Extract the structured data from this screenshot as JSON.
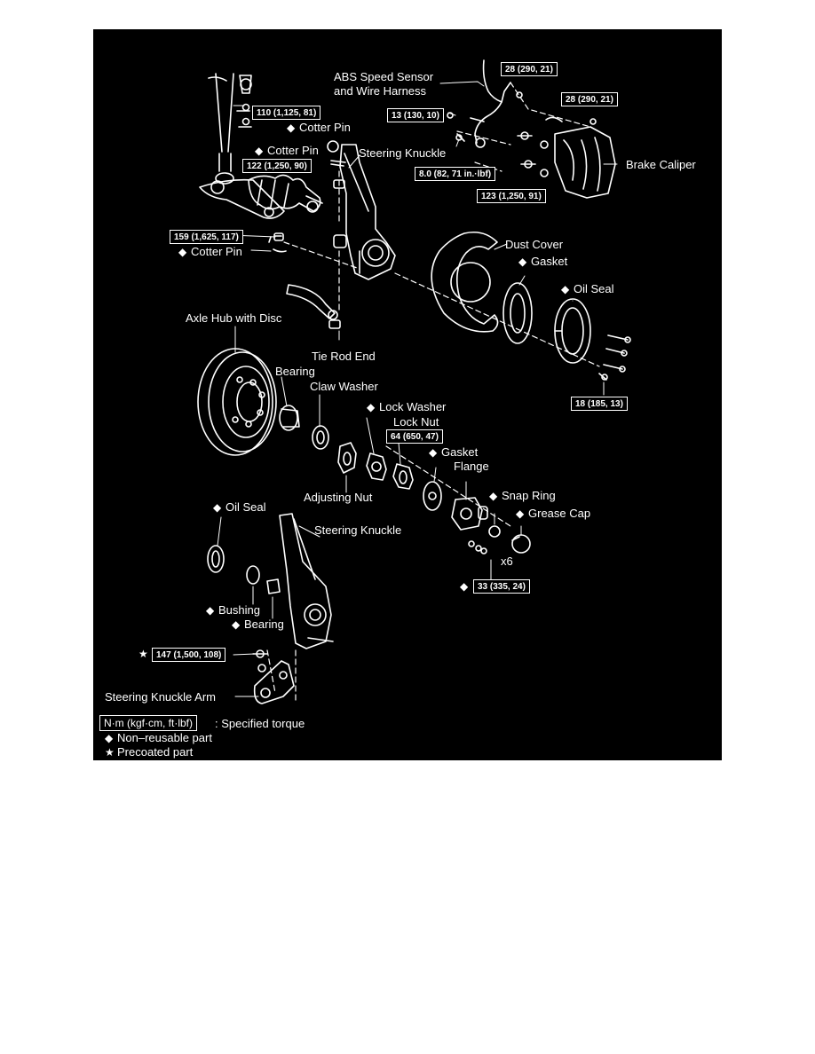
{
  "colors": {
    "page": "#ffffff",
    "panel": "#000000",
    "ink": "#ffffff"
  },
  "marks": {
    "nonreusable_symbol": "◆",
    "precoated_symbol": "★"
  },
  "labels": {
    "abs_sensor_1": "ABS Speed Sensor",
    "abs_sensor_2": "and Wire Harness",
    "cotter_pin_1": "Cotter Pin",
    "cotter_pin_2": "Cotter Pin",
    "cotter_pin_3": "Cotter Pin",
    "steering_knuckle_top": "Steering Knuckle",
    "brake_caliper": "Brake Caliper",
    "dust_cover": "Dust Cover",
    "gasket_1": "Gasket",
    "oil_seal_1": "Oil Seal",
    "axle_hub": "Axle Hub with Disc",
    "tie_rod_end": "Tie Rod End",
    "bearing_1": "Bearing",
    "claw_washer": "Claw Washer",
    "lock_washer": "Lock Washer",
    "lock_nut": "Lock Nut",
    "gasket_2": "Gasket",
    "flange": "Flange",
    "adjusting_nut": "Adjusting Nut",
    "snap_ring": "Snap Ring",
    "grease_cap": "Grease Cap",
    "oil_seal_2": "Oil Seal",
    "steering_knuckle_bottom": "Steering Knuckle",
    "x6": "x6",
    "bushing": "Bushing",
    "bearing_2": "Bearing",
    "steering_knuckle_arm": "Steering Knuckle Arm"
  },
  "torques": {
    "t_28_a": "28 (290, 21)",
    "t_28_b": "28 (290, 21)",
    "t_110": "110 (1,125, 81)",
    "t_13": "13 (130, 10)",
    "t_122": "122 (1,250, 90)",
    "t_8": "8.0 (82, 71 in.·lbf)",
    "t_123": "123 (1,250, 91)",
    "t_159": "159 (1,625, 117)",
    "t_18": "18 (185, 13)",
    "t_64": "64 (650, 47)",
    "t_33": "33 (335, 24)",
    "t_147": "147 (1,500, 108)"
  },
  "legend": {
    "unit_box": "N·m (kgf·cm, ft·lbf)",
    "unit_text": ": Specified torque",
    "nonreusable_text": "Non–reusable part",
    "precoated_text": "Precoated part"
  }
}
